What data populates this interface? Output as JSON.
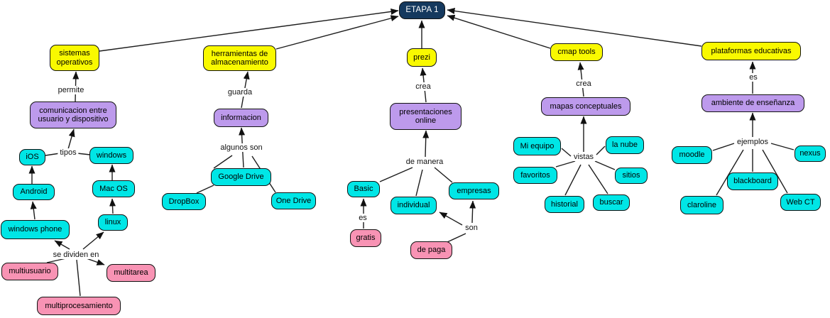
{
  "colors": {
    "root": "#15395e",
    "topic": "#f9f900",
    "category": "#bd9aec",
    "item": "#00e6e6",
    "attribute": "#f893b4",
    "edge": "#1d1d1d",
    "background": "#ffffff"
  },
  "nodes": {
    "etapa1": "ETAPA 1",
    "sistemas_operativos": "sistemas operativos",
    "comunicacion": "comunicacion entre usuario y dispositivo",
    "ios": "iOS",
    "windows": "windows",
    "android": "Android",
    "mac_os": "Mac OS",
    "windows_phone": "windows phone",
    "linux": "linux",
    "multiusuario": "multiusuario",
    "multitarea": "multitarea",
    "multiprocesamiento": "multiprocesamiento",
    "herramientas": "herramientas de almacenamiento",
    "informacion": "informacion",
    "google_drive": "Google Drive",
    "dropbox": "DropBox",
    "one_drive": "One Drive",
    "prezi": "prezi",
    "presentaciones": "presentaciones online",
    "basic": "Basic",
    "individual": "individual",
    "empresas": "empresas",
    "gratis": "gratis",
    "de_paga": "de paga",
    "cmap_tools": "cmap tools",
    "mapas_conceptuales": "mapas conceptuales",
    "mi_equipo": "Mi equipo",
    "la_nube": "la nube",
    "favoritos": "favoritos",
    "sitios": "sitios",
    "historial": "historial",
    "buscar": "buscar",
    "plataformas": "plataformas educativas",
    "ambiente": "ambiente de enseñanza",
    "moodle": "moodle",
    "nexus": "nexus",
    "blackboard": "blackboard",
    "claroline": "claroline",
    "web_ct": "Web CT"
  },
  "labels": {
    "permite": "permite",
    "tipos": "tipos",
    "se_dividen_en": "se dividen en",
    "guarda": "guarda",
    "algunos_son": "algunos son",
    "crea_prezi": "crea",
    "de_manera": "de manera",
    "es_basic": "es",
    "son": "son",
    "crea_cmap": "crea",
    "vistas": "vistas",
    "es_plataformas": "es",
    "ejemplos": "ejemplos"
  }
}
